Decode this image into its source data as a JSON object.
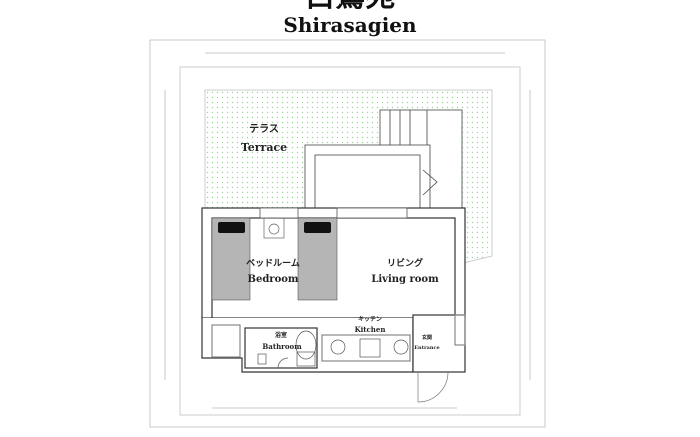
{
  "title": {
    "japanese": "白鷺苑",
    "english": "Shirasagien"
  },
  "rooms": {
    "terrace": {
      "jp": "テラス",
      "en": "Terrace"
    },
    "bedroom": {
      "jp": "ベッドルーム",
      "en": "Bedroom"
    },
    "living": {
      "jp": "リビング",
      "en": "Living room"
    },
    "kitchen": {
      "jp": "キッチン",
      "en": "Kitchen"
    },
    "bathroom": {
      "jp": "浴室",
      "en": "Bathroom"
    },
    "entrance": {
      "jp": "玄関",
      "en": "Entrance"
    }
  },
  "colors": {
    "terrace_dots": "#9fd49f",
    "bed": "#b5b5b5",
    "pillow": "#111111",
    "wall": "#333333"
  }
}
